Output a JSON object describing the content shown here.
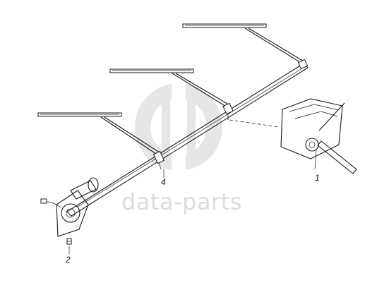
{
  "watermark": {
    "text": "data-parts",
    "color": "#dcdcdc"
  },
  "callouts": [
    {
      "label": "1",
      "part": "wiper-pivot-assembly"
    },
    {
      "label": "2",
      "part": "mounting-bolt"
    },
    {
      "label": "4",
      "part": "wiper-linkage-bar"
    }
  ],
  "colors": {
    "ink": "#1a1a1a",
    "background": "#ffffff"
  }
}
